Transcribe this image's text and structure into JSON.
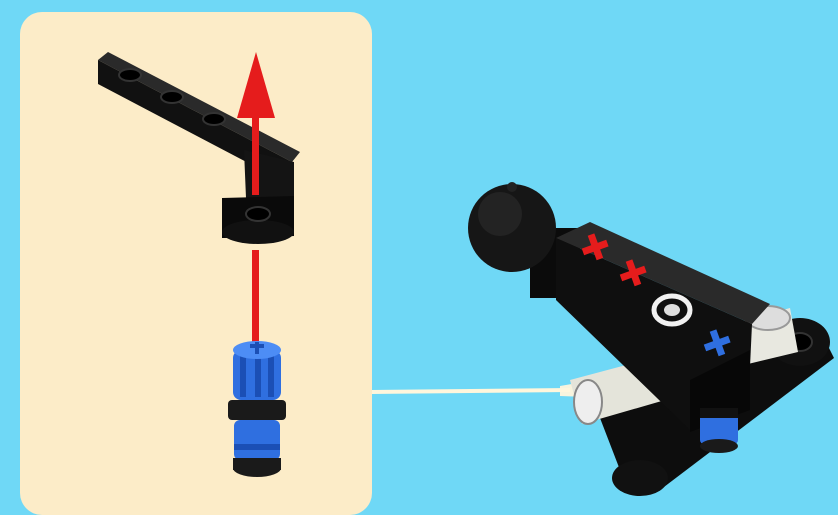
{
  "illustration": {
    "callout": {
      "background_color": "#fcecc8",
      "items": [
        "black-liftarm",
        "blue-axle-pin",
        "red-assembly-arrow"
      ]
    },
    "assembly": {
      "items": [
        "black-ball-joint",
        "black-liftarm-assembly",
        "white-connector",
        "blue-axle-pin"
      ],
      "hole_marks": [
        "red-cross",
        "red-cross",
        "white-round",
        "blue-cross"
      ]
    },
    "colors": {
      "background": "#6fd8f6",
      "part_black": "#111111",
      "pin_blue": "#2f6fe0",
      "arrow_red": "#e51c1c",
      "pointer": "#fff6dc"
    }
  }
}
